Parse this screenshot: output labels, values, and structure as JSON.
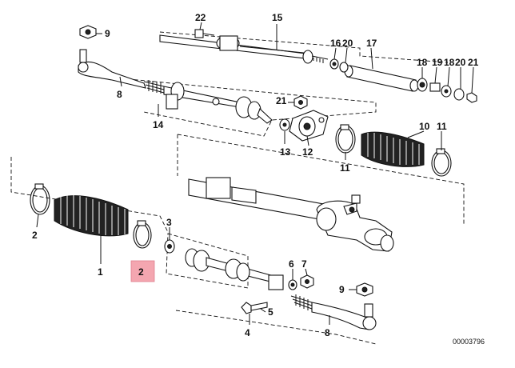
{
  "diagram_id": "00003796",
  "highlight_color": "#f4a6b0",
  "callouts": {
    "c22": "22",
    "c15": "15",
    "c9a": "9",
    "c16": "16",
    "c20a": "20",
    "c17": "17",
    "c18a": "18",
    "c19": "19",
    "c18b": "18",
    "c20b": "20",
    "c21a": "21",
    "c8a": "8",
    "c21b": "21",
    "c14": "14",
    "c13": "13",
    "c12": "12",
    "c10": "10",
    "c11a": "11",
    "c11b": "11",
    "c2a": "2",
    "c1": "1",
    "c2b": "2",
    "c3": "3",
    "c6": "6",
    "c7": "7",
    "c9b": "9",
    "c5": "5",
    "c4": "4",
    "c8b": "8"
  }
}
